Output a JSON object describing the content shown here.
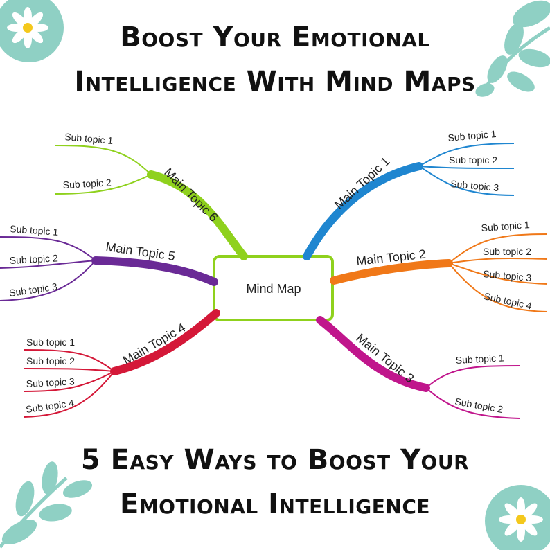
{
  "header": {
    "title_line1": "Boost Your Emotional",
    "title_line2": "Intelligence With Mind Maps"
  },
  "footer": {
    "title_line1": "5 Easy Ways to Boost Your",
    "title_line2": "Emotional Intelligence"
  },
  "mind_map": {
    "center": "Mind Map",
    "topics": [
      {
        "label": "Main Topic 1",
        "color": "#1f86d0",
        "subtopics": [
          "Sub topic 1",
          "Sub topic 2",
          "Sub topic 3"
        ]
      },
      {
        "label": "Main Topic 2",
        "color": "#f07818",
        "subtopics": [
          "Sub topic 1",
          "Sub topic 2",
          "Sub topic 3",
          "Sub topic 4"
        ]
      },
      {
        "label": "Main Topic 3",
        "color": "#c0168c",
        "subtopics": [
          "Sub topic 1",
          "Sub topic 2"
        ]
      },
      {
        "label": "Main Topic 4",
        "color": "#d41838",
        "subtopics": [
          "Sub topic 1",
          "Sub topic 2",
          "Sub topic 3",
          "Sub topic 4"
        ]
      },
      {
        "label": "Main Topic 5",
        "color": "#6a2a96",
        "subtopics": [
          "Sub topic 1",
          "Sub topic 2",
          "Sub topic 3"
        ]
      },
      {
        "label": "Main Topic 6",
        "color": "#8fd11d",
        "subtopics": [
          "Sub topic 1",
          "Sub topic 2"
        ]
      }
    ]
  },
  "decor": {
    "leaf_color": "#8fd0c4",
    "flower_petal_color": "#ffffff",
    "flower_center_color": "#f4c81c",
    "icons": [
      "flower-icon",
      "leaf-branch-icon"
    ]
  }
}
